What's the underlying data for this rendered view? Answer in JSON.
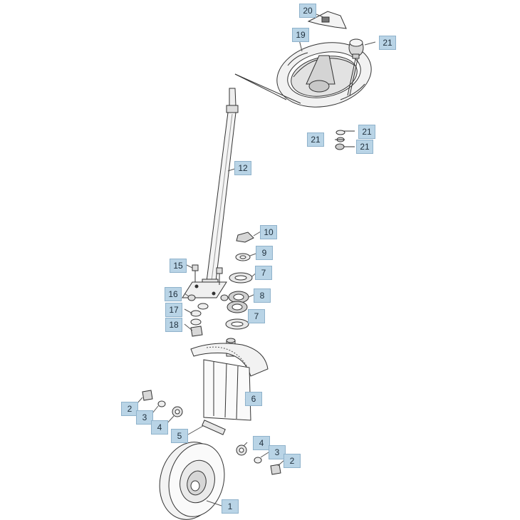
{
  "diagram": {
    "callouts": [
      {
        "id": "c20",
        "label": "20"
      },
      {
        "id": "c19",
        "label": "19"
      },
      {
        "id": "c21a",
        "label": "21"
      },
      {
        "id": "c21b",
        "label": "21"
      },
      {
        "id": "c21c",
        "label": "21"
      },
      {
        "id": "c21d",
        "label": "21"
      },
      {
        "id": "c12",
        "label": "12"
      },
      {
        "id": "c10",
        "label": "10"
      },
      {
        "id": "c9",
        "label": "9"
      },
      {
        "id": "c15",
        "label": "15"
      },
      {
        "id": "c7a",
        "label": "7"
      },
      {
        "id": "c16",
        "label": "16"
      },
      {
        "id": "c8",
        "label": "8"
      },
      {
        "id": "c17",
        "label": "17"
      },
      {
        "id": "c7b",
        "label": "7"
      },
      {
        "id": "c18",
        "label": "18"
      },
      {
        "id": "c6",
        "label": "6"
      },
      {
        "id": "c2a",
        "label": "2"
      },
      {
        "id": "c3a",
        "label": "3"
      },
      {
        "id": "c4a",
        "label": "4"
      },
      {
        "id": "c5",
        "label": "5"
      },
      {
        "id": "c4b",
        "label": "4"
      },
      {
        "id": "c3b",
        "label": "3"
      },
      {
        "id": "c2b",
        "label": "2"
      },
      {
        "id": "c1",
        "label": "1"
      }
    ]
  }
}
